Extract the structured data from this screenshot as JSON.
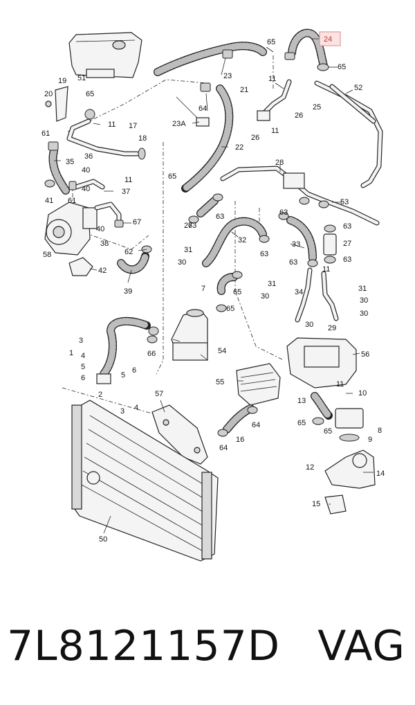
{
  "diagram": {
    "callouts": [
      "1",
      "2",
      "3",
      "4",
      "5",
      "6",
      "7",
      "8",
      "9",
      "10",
      "11",
      "12",
      "13",
      "14",
      "15",
      "16",
      "17",
      "18",
      "19",
      "20",
      "21",
      "22",
      "23",
      "23A",
      "24",
      "25",
      "26",
      "27",
      "28",
      "29",
      "30",
      "31",
      "32",
      "33",
      "34",
      "35",
      "36",
      "37",
      "38",
      "39",
      "40",
      "41",
      "42",
      "50",
      "51",
      "52",
      "53",
      "54",
      "55",
      "56",
      "57",
      "58",
      "61",
      "62",
      "63",
      "64",
      "65",
      "66",
      "67"
    ],
    "highlighted_callout": "24"
  },
  "footer": {
    "part_number": "7L8121157D",
    "brand": "VAG"
  },
  "colors": {
    "highlight": "#c0392b",
    "highlight_fill": "#fbe3e3"
  }
}
